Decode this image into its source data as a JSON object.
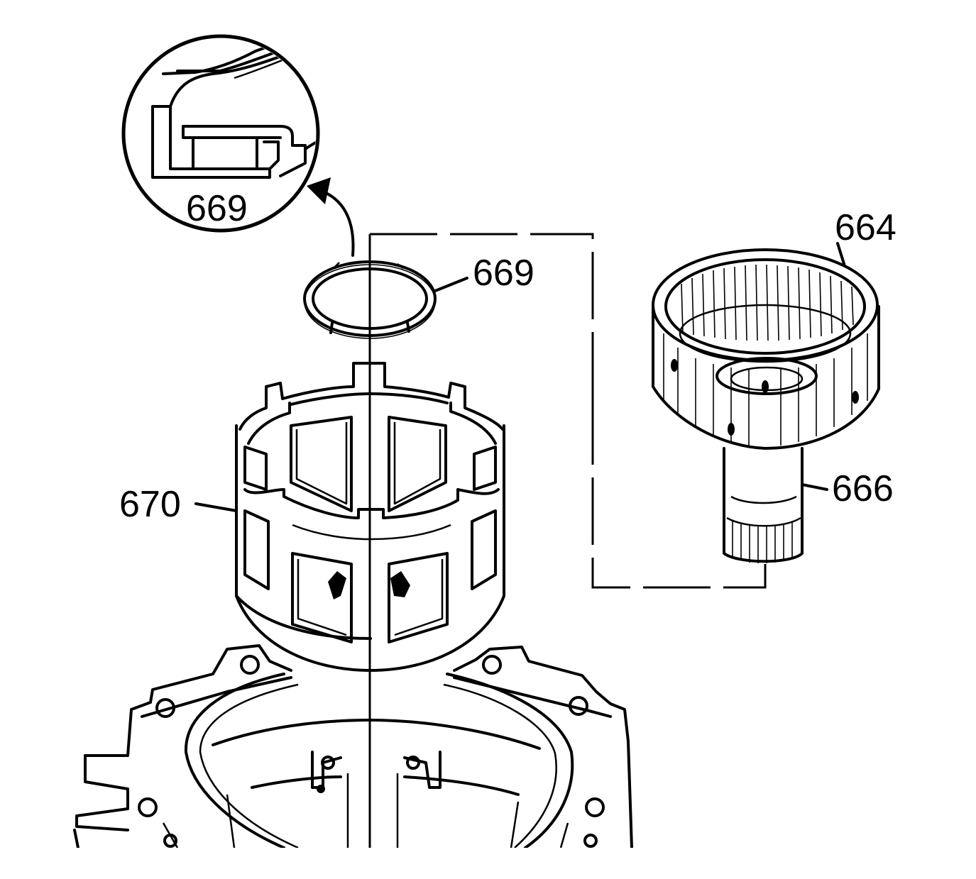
{
  "labels": {
    "detail_snap_ring": "669",
    "snap_ring": "669",
    "reaction_drum": "664",
    "output_shaft": "666",
    "sun_gear_shell": "670"
  }
}
